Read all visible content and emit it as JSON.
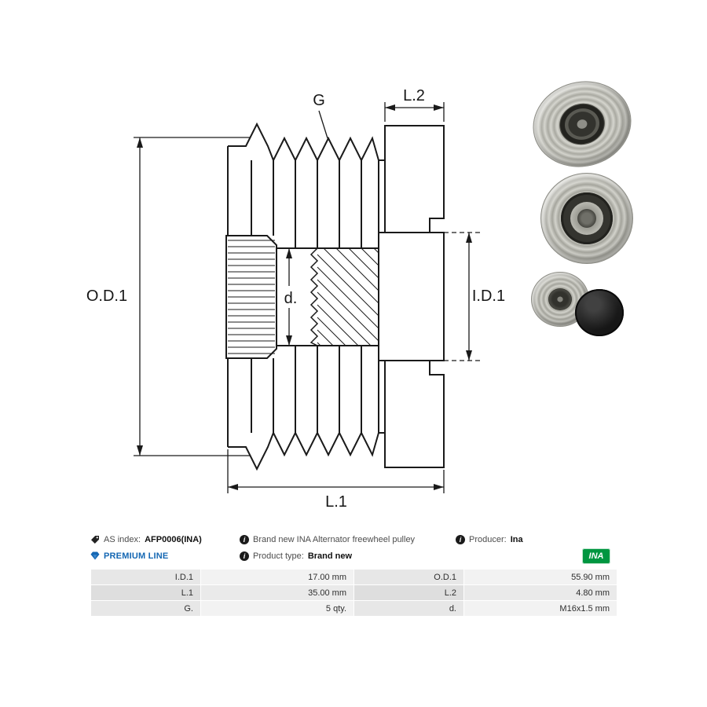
{
  "drawing": {
    "labels": {
      "g": "G",
      "l2": "L.2",
      "od1": "O.D.1",
      "d": "d.",
      "id1": "I.D.1",
      "l1": "L.1"
    }
  },
  "photos": {
    "items": [
      "pulley-angled-photo",
      "pulley-front-photo",
      "pulley-small-and-cap-photo"
    ]
  },
  "info": {
    "as_index_label": "AS index:",
    "as_index_value": "AFP0006(INA)",
    "description": "Brand new INA Alternator freewheel pulley",
    "producer_label": "Producer:",
    "producer_value": "Ina",
    "premium_line_label": "PREMIUM LINE",
    "product_type_label": "Product type:",
    "product_type_value": "Brand new",
    "brand_logo_text": "INA"
  },
  "specs": {
    "rows": [
      {
        "label1": "I.D.1",
        "value1": "17.00 mm",
        "label2": "O.D.1",
        "value2": "55.90 mm"
      },
      {
        "label1": "L.1",
        "value1": "35.00 mm",
        "label2": "L.2",
        "value2": "4.80 mm"
      },
      {
        "label1": "G.",
        "value1": "5 qty.",
        "label2": "d.",
        "value2": "M16x1.5 mm"
      }
    ]
  },
  "colors": {
    "premium_blue": "#1467b3",
    "ina_green": "#009640"
  }
}
